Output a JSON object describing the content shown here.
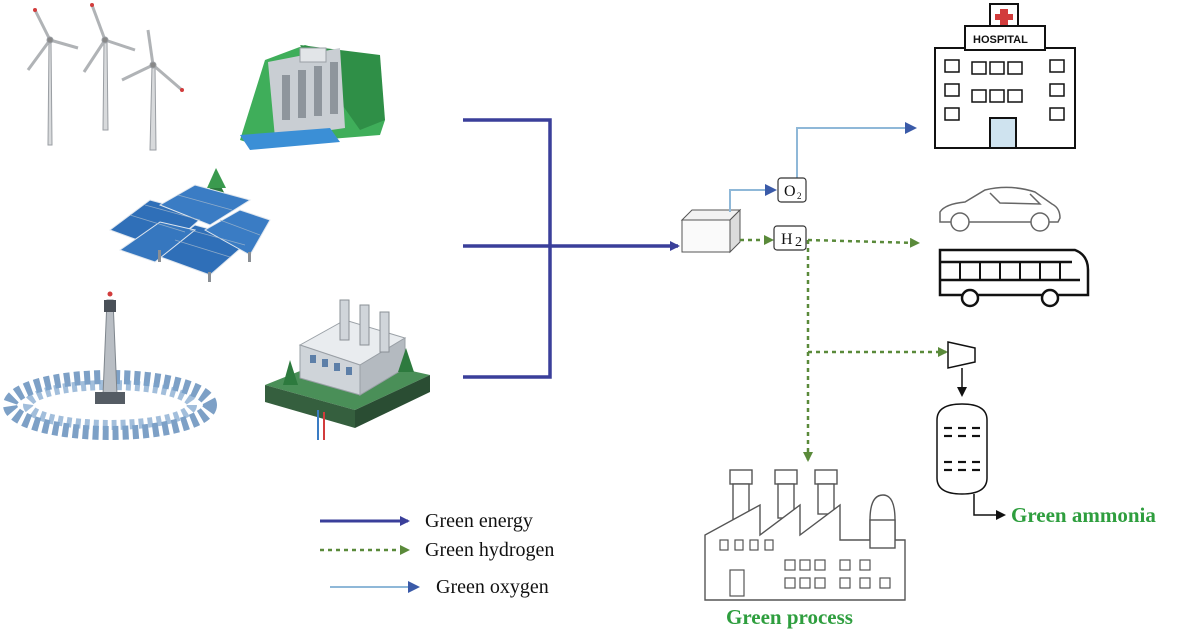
{
  "legend": {
    "green_energy": "Green energy",
    "green_hydrogen": "Green hydrogen",
    "green_oxygen": "Green oxygen"
  },
  "gases": {
    "oxygen": {
      "symbol": "O",
      "subscript": "2"
    },
    "hydrogen": {
      "symbol": "H",
      "subscript": "2"
    }
  },
  "hospital_sign": "HOSPITAL",
  "outputs": {
    "ammonia": "Green ammonia",
    "process": "Green process"
  },
  "colors": {
    "energy_line": "#3a3f9a",
    "hydrogen_line": "#5a8a3a",
    "oxygen_line": "#8fb8d8",
    "output_label": "#2e9e3e"
  },
  "icons": {
    "sources": [
      "wind-turbines-icon",
      "hydro-dam-icon",
      "solar-panels-icon",
      "solar-tower-icon",
      "power-plant-icon"
    ],
    "destinations": [
      "hospital-icon",
      "car-icon",
      "bus-icon",
      "compressor-icon",
      "reactor-icon",
      "factory-icon"
    ],
    "electrolyzer": "electrolyzer-icon"
  }
}
